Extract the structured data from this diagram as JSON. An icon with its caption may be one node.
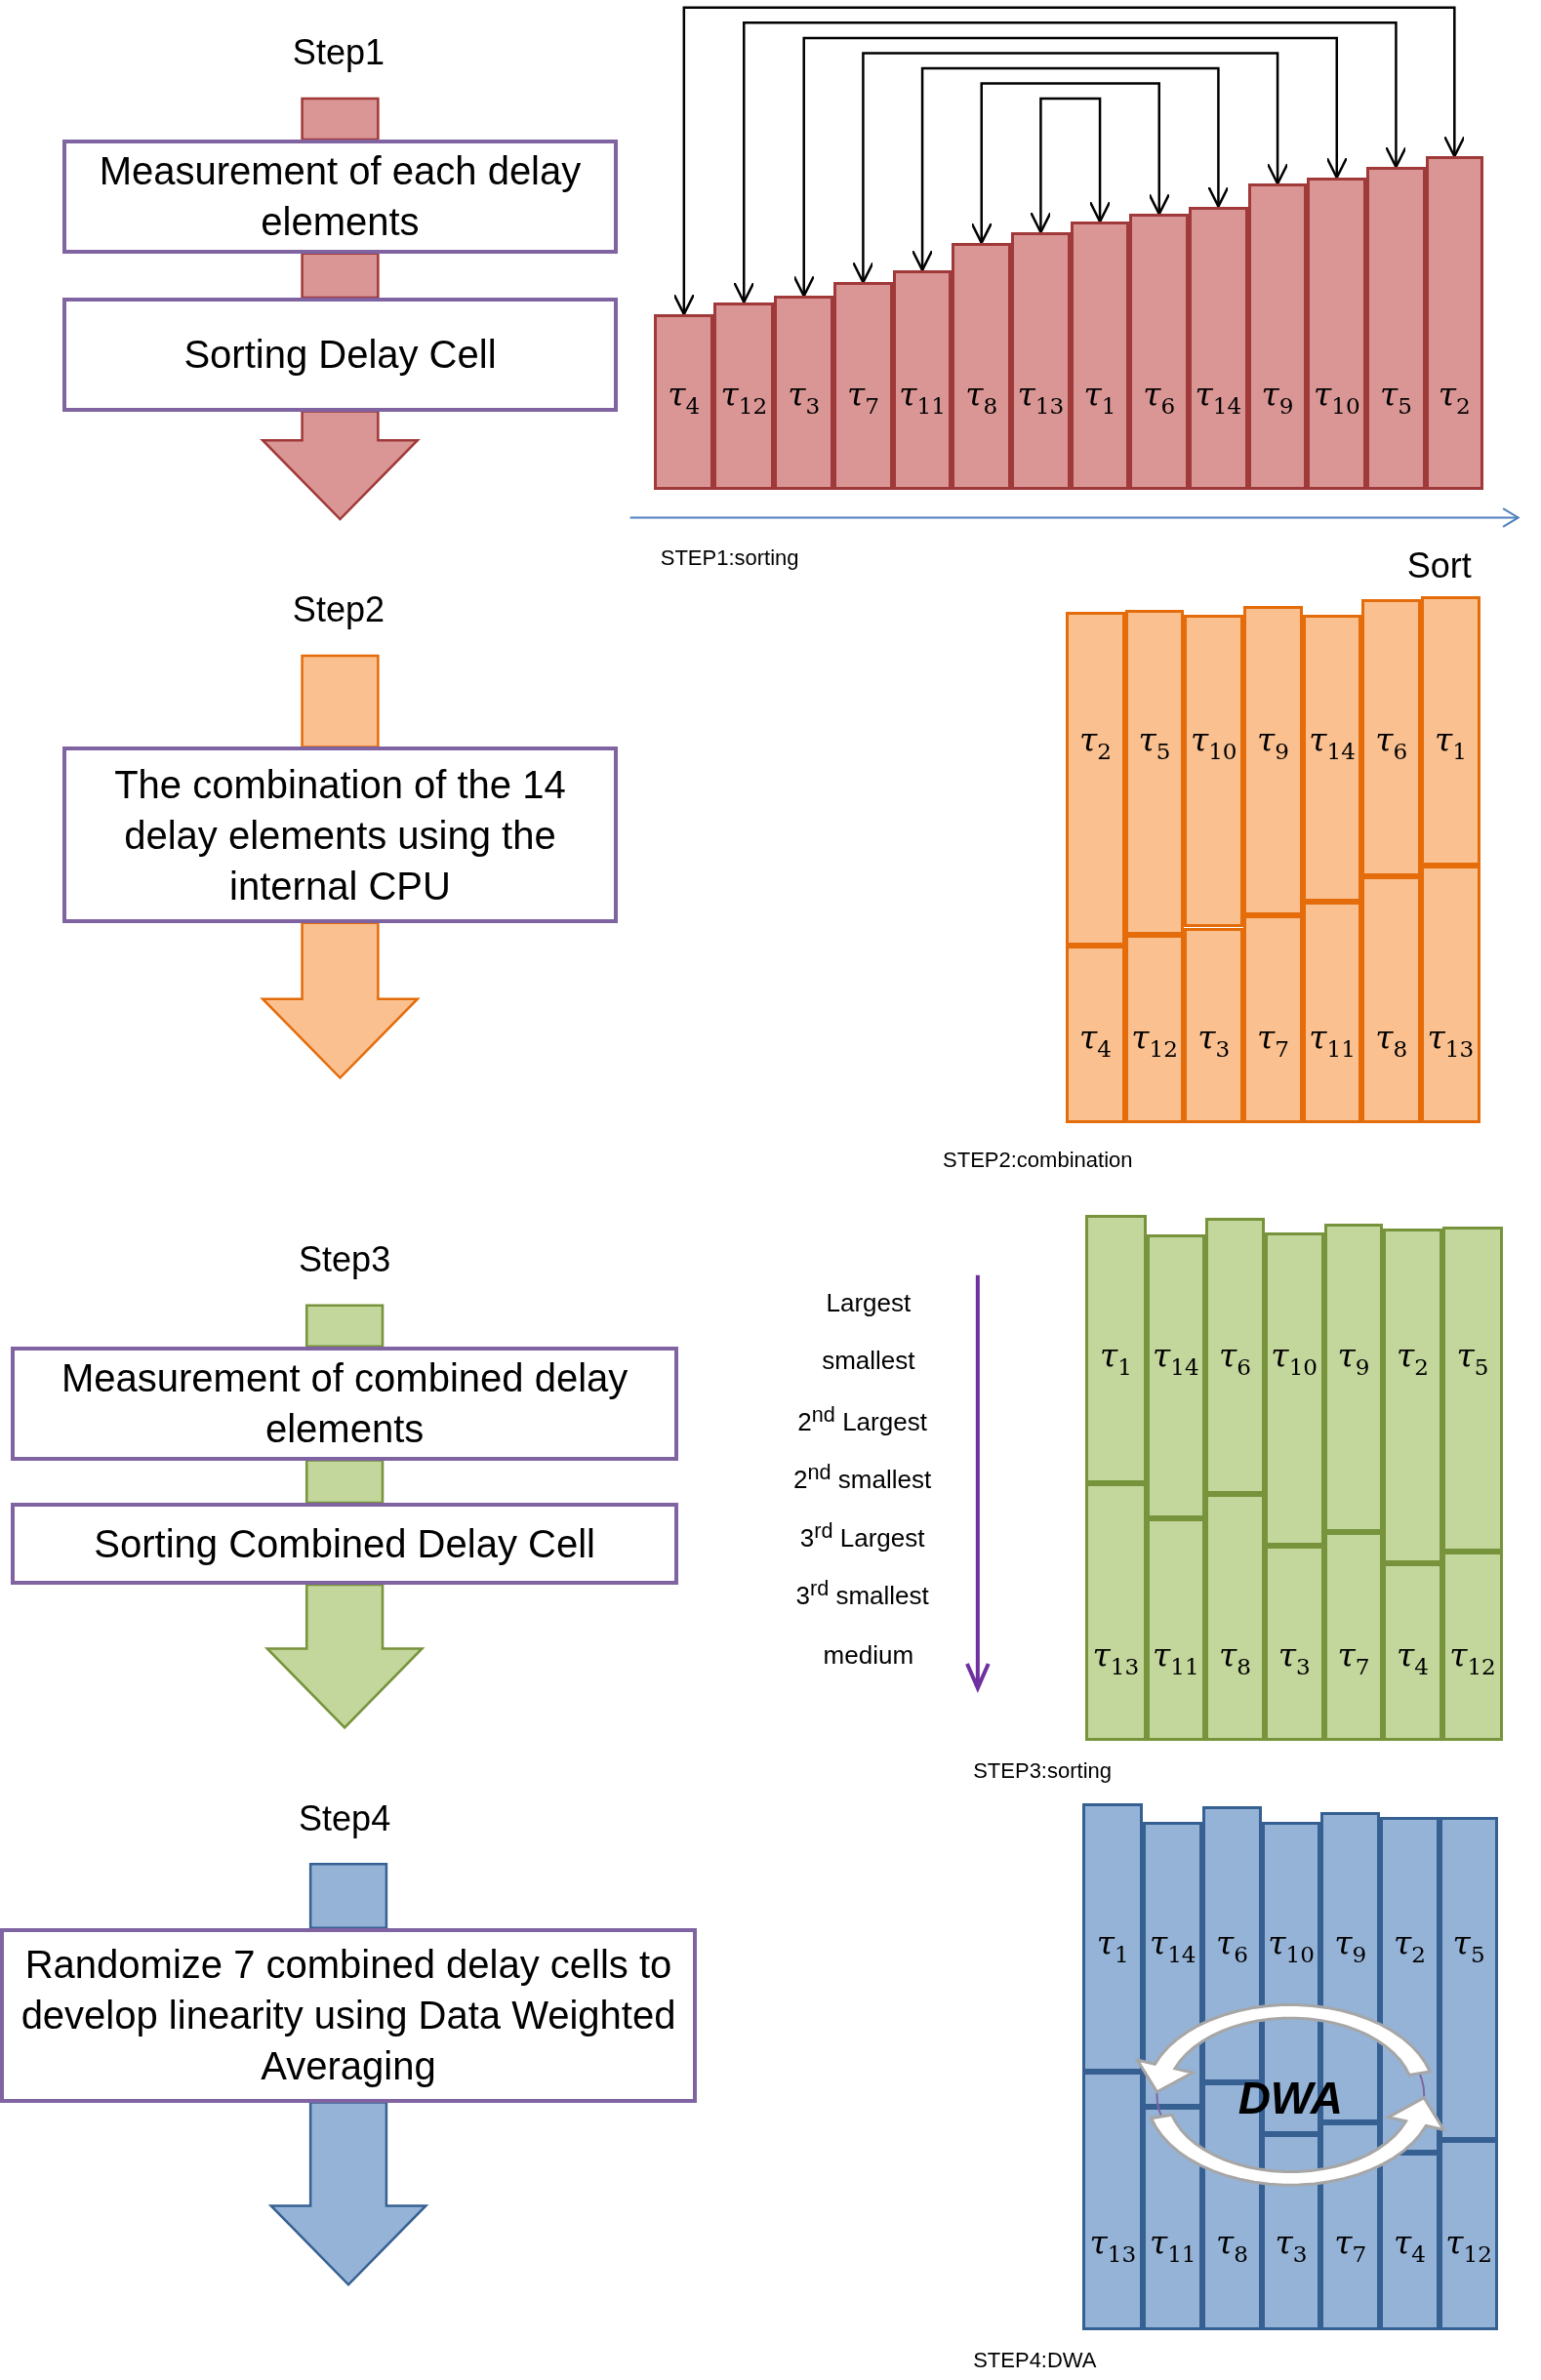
{
  "diagram": {
    "nodes": [
      {
        "text": [
          "Measurement of each delay elements"
        ]
      },
      {
        "text": [
          "Sorting Delay Cell"
        ]
      },
      {
        "text": [
          "τ$_{4}$"
        ]
      },
      {
        "text": [
          "τ$_{12}$"
        ]
      },
      {
        "text": [
          "τ$_{3}$"
        ]
      },
      {
        "text": [
          "τ$_{7}$"
        ]
      },
      {
        "text": [
          "τ$_{11}$"
        ]
      },
      {
        "text": [
          "τ$_{8}$"
        ]
      },
      {
        "text": [
          "τ$_{13}$"
        ]
      },
      {
        "text": [
          "τ$_{1}$"
        ]
      },
      {
        "text": [
          "τ$_{6}$"
        ]
      },
      {
        "text": [
          "τ$_{14}$"
        ]
      },
      {
        "text": [
          "τ$_{9}$"
        ]
      },
      {
        "text": [
          "τ$_{10}$"
        ]
      },
      {
        "text": [
          "τ$_{5}$"
        ]
      },
      {
        "text": [
          "τ$_{2}$"
        ]
      },
      {
        "text": [
          "The combination of the 14 delay elements using the internal CPU"
        ]
      },
      {
        "text": [
          "τ$_{2}$"
        ]
      },
      {
        "text": [
          "τ$_{5}$"
        ]
      },
      {
        "text": [
          "τ$_{10}$"
        ]
      },
      {
        "text": [
          "τ$_{9}$"
        ]
      },
      {
        "text": [
          "τ$_{14}$"
        ]
      },
      {
        "text": [
          "τ$_{6}$"
        ]
      },
      {
        "text": [
          "τ$_{1}$"
        ]
      },
      {
        "text": [
          "τ$_{4}$"
        ]
      },
      {
        "text": [
          "τ$_{12}$"
        ]
      },
      {
        "text": [
          "τ$_{3}$"
        ]
      },
      {
        "text": [
          "τ$_{7}$"
        ]
      },
      {
        "text": [
          "τ$_{11}$"
        ]
      },
      {
        "text": [
          "τ$_{8}$"
        ]
      },
      {
        "text": [
          "τ$_{13}$"
        ]
      },
      {
        "text": [
          "Measurement of combined delay elements"
        ]
      },
      {
        "text": [
          "Sorting Combined Delay Cell"
        ]
      },
      {
        "text": [
          "τ$_{1}$"
        ]
      },
      {
        "text": [
          "τ$_{14}$"
        ]
      },
      {
        "text": [
          "τ$_{6}$"
        ]
      },
      {
        "text": [
          "τ$_{10}$"
        ]
      },
      {
        "text": [
          "τ$_{9}$"
        ]
      },
      {
        "text": [
          "τ$_{2}$"
        ]
      },
      {
        "text": [
          "τ$_{5}$"
        ]
      },
      {
        "text": [
          "τ$_{13}$"
        ]
      },
      {
        "text": [
          "τ$_{11}$"
        ]
      },
      {
        "text": [
          "τ$_{8}$"
        ]
      },
      {
        "text": [
          "τ$_{3}$"
        ]
      },
      {
        "text": [
          "τ$_{7}$"
        ]
      },
      {
        "text": [
          "τ$_{4}$"
        ]
      },
      {
        "text": [
          "τ$_{12}$"
        ]
      },
      {
        "text": [
          "Randomize 7 combined delay cells to develop linearity using Data Weighted Averaging"
        ]
      },
      {
        "text": [
          "τ$_{1}$"
        ]
      },
      {
        "text": [
          "τ$_{14}$"
        ]
      },
      {
        "text": [
          "τ$_{6}$"
        ]
      },
      {
        "text": [
          "τ$_{10}$"
        ]
      },
      {
        "text": [
          "τ$_{9}$"
        ]
      },
      {
        "text": [
          "τ$_{2}$"
        ]
      },
      {
        "text": [
          "τ$_{5}$"
        ]
      },
      {
        "text": [
          "τ$_{13}$"
        ]
      },
      {
        "text": [
          "τ$_{11}$"
        ]
      },
      {
        "text": [
          "τ$_{8}$"
        ]
      },
      {
        "text": [
          "τ$_{3}$"
        ]
      },
      {
        "text": [
          "τ$_{7}$"
        ]
      },
      {
        "text": [
          "τ$_{4}$"
        ]
      },
      {
        "text": [
          "τ$_{12}$"
        ]
      }
    ],
    "edges": [
      {
        "from": 2,
        "to": 15,
        "arrow": "both"
      },
      {
        "from": 3,
        "to": 14,
        "arrow": "both"
      },
      {
        "from": 4,
        "to": 13,
        "arrow": "both"
      },
      {
        "from": 5,
        "to": 12,
        "arrow": "both"
      },
      {
        "from": 6,
        "to": 11,
        "arrow": "both"
      },
      {
        "from": 7,
        "to": 10,
        "arrow": "both"
      },
      {
        "from": 8,
        "to": 9,
        "arrow": "both"
      },
      {
        "from": null,
        "to": 0,
        "arrow": "none",
        "style": "thick",
        "color": "#d99694"
      },
      {
        "from": 0,
        "to": 1,
        "arrow": "none",
        "style": "thick",
        "color": "#d99694"
      },
      {
        "from": 1,
        "to": null,
        "arrow": "to",
        "style": "thick",
        "color": "#d99694"
      },
      {
        "from": null,
        "to": 16,
        "arrow": "none",
        "style": "thick",
        "color": "#fac090"
      },
      {
        "from": 16,
        "to": null,
        "arrow": "to",
        "style": "thick",
        "color": "#fac090"
      },
      {
        "from": null,
        "to": 31,
        "arrow": "none",
        "style": "thick",
        "color": "#c3d69b"
      },
      {
        "from": 31,
        "to": 32,
        "arrow": "none",
        "style": "thick",
        "color": "#c3d69b"
      },
      {
        "from": 32,
        "to": null,
        "arrow": "to",
        "style": "thick",
        "color": "#c3d69b"
      },
      {
        "from": null,
        "to": 47,
        "arrow": "none",
        "style": "thick",
        "color": "#95b3d7"
      },
      {
        "from": 47,
        "to": null,
        "arrow": "to",
        "style": "thick",
        "color": "#95b3d7"
      }
    ],
    "labels": [
      "Step1",
      "STEP1:sorting",
      "Step2",
      "Sort",
      "STEP2:combination",
      "Step3",
      "Largest",
      "smallest",
      "2$^{nd}$ Largest",
      "2$^{nd}$ smallest",
      "3$^{rd}$ Largest",
      "3$^{rd}$ smallest",
      "medium",
      "STEP3:sorting",
      "Step4",
      "DWA",
      "STEP4:DWA"
    ]
  }
}
